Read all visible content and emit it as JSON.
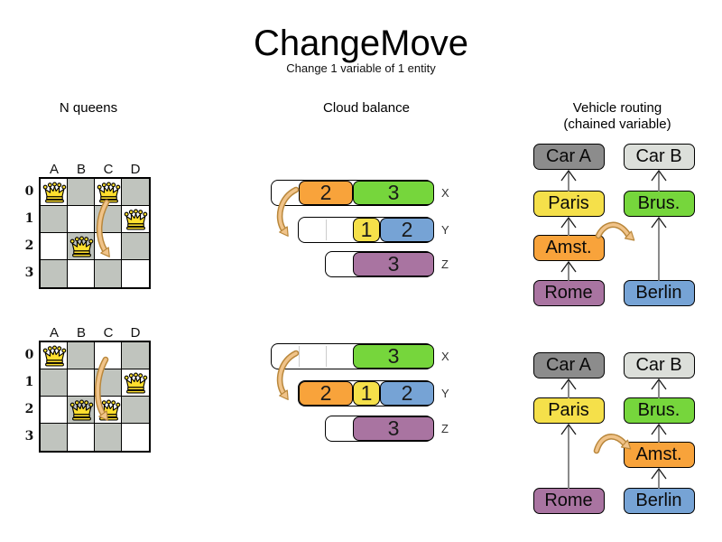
{
  "title": "ChangeMove",
  "subtitle": "Change 1 variable of 1 entity",
  "sections": {
    "nqueens": {
      "heading": "N queens"
    },
    "cloud": {
      "heading": "Cloud balance"
    },
    "vehicle": {
      "heading": "Vehicle routing",
      "heading2": "(chained variable)"
    }
  },
  "colors": {
    "orange": "#F8A33B",
    "green": "#76D63C",
    "yellow": "#F5E04A",
    "blue": "#76A3D5",
    "purple": "#A974A1",
    "dark_gray": "#8C8C8C",
    "light_gray": "#DCDFDA",
    "board_dark_cell": "#C0C4BE",
    "board_light_cell": "#FFFFFF",
    "queen_gold": "#FFDF2E",
    "move_arrow_fill": "#F0C389",
    "move_arrow_outline": "#B9873B",
    "connector_gray": "#7D7D7D"
  },
  "nqueens": {
    "column_labels": [
      "A",
      "B",
      "C",
      "D"
    ],
    "row_labels": [
      "0",
      "1",
      "2",
      "3"
    ],
    "boards": [
      {
        "queens": [
          {
            "col": 0,
            "row": 0
          },
          {
            "col": 2,
            "row": 0
          },
          {
            "col": 3,
            "row": 1
          },
          {
            "col": 1,
            "row": 2
          }
        ]
      },
      {
        "queens": [
          {
            "col": 0,
            "row": 0
          },
          {
            "col": 3,
            "row": 1
          },
          {
            "col": 1,
            "row": 2
          },
          {
            "col": 2,
            "row": 2
          }
        ]
      }
    ]
  },
  "cloud": {
    "diagrams": [
      {
        "rows": [
          {
            "label": "X",
            "capacity_units": 6,
            "empty_units": 1,
            "blocks": [
              {
                "value": "2",
                "color": "orange",
                "units": 2
              },
              {
                "value": "3",
                "color": "green",
                "units": 3
              }
            ]
          },
          {
            "label": "Y",
            "capacity_units": 5,
            "empty_units": 2,
            "blocks": [
              {
                "value": "1",
                "color": "yellow",
                "units": 1
              },
              {
                "value": "2",
                "color": "blue",
                "units": 2
              }
            ]
          },
          {
            "label": "Z",
            "capacity_units": 4,
            "empty_units": 1,
            "blocks": [
              {
                "value": "3",
                "color": "purple",
                "units": 3
              }
            ]
          }
        ]
      },
      {
        "rows": [
          {
            "label": "X",
            "capacity_units": 6,
            "empty_units": 3,
            "blocks": [
              {
                "value": "3",
                "color": "green",
                "units": 3
              }
            ]
          },
          {
            "label": "Y",
            "capacity_units": 5,
            "empty_units": 0,
            "blocks": [
              {
                "value": "2",
                "color": "orange",
                "units": 2
              },
              {
                "value": "1",
                "color": "yellow",
                "units": 1
              },
              {
                "value": "2",
                "color": "blue",
                "units": 2
              }
            ]
          },
          {
            "label": "Z",
            "capacity_units": 4,
            "empty_units": 1,
            "blocks": [
              {
                "value": "3",
                "color": "purple",
                "units": 3
              }
            ]
          }
        ]
      }
    ]
  },
  "vehicle": {
    "diagrams": [
      {
        "columns": [
          {
            "nodes": [
              {
                "label": "Car A",
                "slot": 0,
                "color": "dark_gray"
              },
              {
                "label": "Paris",
                "slot": 1,
                "color": "yellow"
              },
              {
                "label": "Amst.",
                "slot": 2,
                "color": "orange"
              },
              {
                "label": "Rome",
                "slot": 3,
                "color": "purple"
              }
            ]
          },
          {
            "nodes": [
              {
                "label": "Car B",
                "slot": 0,
                "color": "light_gray"
              },
              {
                "label": "Brus.",
                "slot": 1,
                "color": "green"
              },
              {
                "label": "Berlin",
                "slot": 3,
                "color": "blue"
              }
            ]
          }
        ]
      },
      {
        "columns": [
          {
            "nodes": [
              {
                "label": "Car A",
                "slot": 0,
                "color": "dark_gray"
              },
              {
                "label": "Paris",
                "slot": 1,
                "color": "yellow"
              },
              {
                "label": "Rome",
                "slot": 3,
                "color": "purple"
              }
            ]
          },
          {
            "nodes": [
              {
                "label": "Car B",
                "slot": 0,
                "color": "light_gray"
              },
              {
                "label": "Brus.",
                "slot": 1,
                "color": "green"
              },
              {
                "label": "Amst.",
                "slot": 2,
                "color": "orange"
              },
              {
                "label": "Berlin",
                "slot": 3,
                "color": "blue"
              }
            ]
          }
        ]
      }
    ]
  }
}
